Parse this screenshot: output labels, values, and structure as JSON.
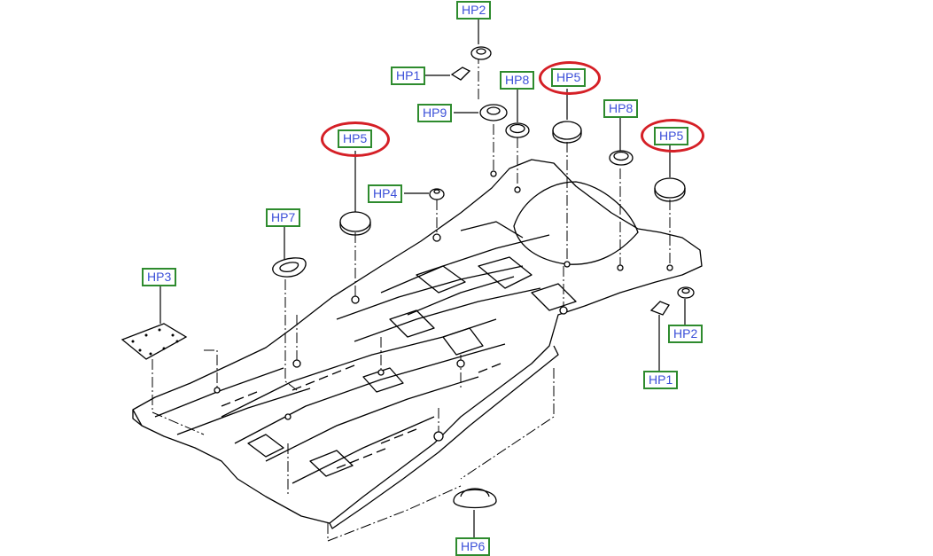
{
  "colors": {
    "label_border": "#2e8b2e",
    "label_text": "#3b4fd8",
    "highlight": "#d51f26",
    "line": "#000000"
  },
  "labels": {
    "hp2_top": "HP2",
    "hp1_top": "HP1",
    "hp8_top": "HP8",
    "hp5_top": "HP5",
    "hp9": "HP9",
    "hp8_right": "HP8",
    "hp5_left": "HP5",
    "hp5_right": "HP5",
    "hp4": "HP4",
    "hp7": "HP7",
    "hp3": "HP3",
    "hp2_right": "HP2",
    "hp1_right": "HP1",
    "hp6": "HP6"
  }
}
